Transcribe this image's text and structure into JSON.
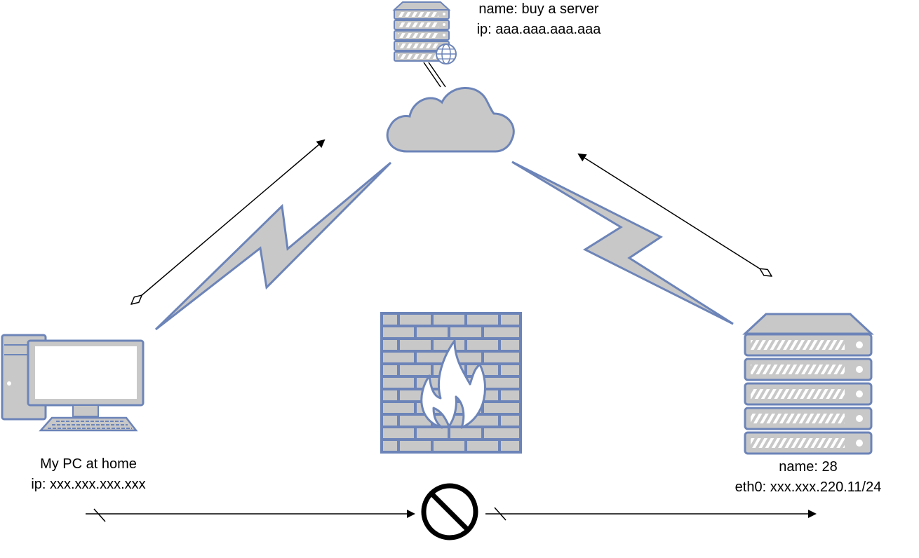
{
  "nodes": {
    "vps": {
      "name_line": "name: buy a server",
      "ip_line": "ip: aaa.aaa.aaa.aaa"
    },
    "pc": {
      "name_line": "My PC at home",
      "ip_line": "ip: xxx.xxx.xxx.xxx"
    },
    "server": {
      "name_line": "name: 28",
      "ip_line": "eth0: xxx.xxx.220.11/24"
    }
  },
  "colors": {
    "stroke": "#6c84b8",
    "fill": "#c8c8c8",
    "screen": "#ffffff",
    "line": "#000000"
  },
  "icons": [
    "server-icon",
    "globe-icon",
    "cloud-icon",
    "desktop-pc-icon",
    "firewall-icon",
    "flame-icon",
    "rack-server-icon",
    "blocked-icon",
    "lightning-link-icon"
  ]
}
